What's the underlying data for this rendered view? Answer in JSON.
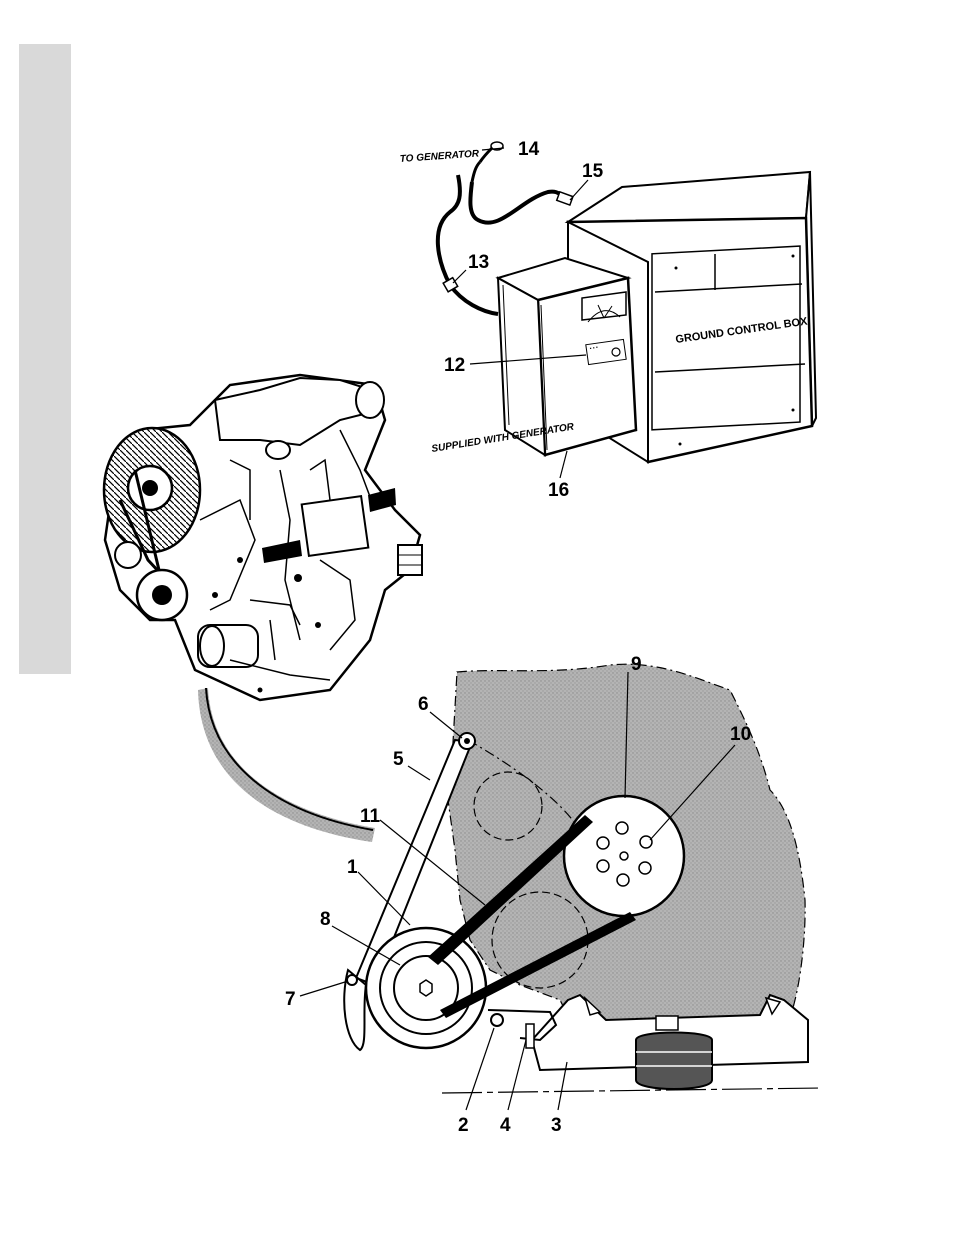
{
  "figure": {
    "captions": {
      "to_generator": "TO GENERATOR",
      "supplied_with_generator": "SUPPLIED WITH GENERATOR",
      "ground_control_box": "GROUND CONTROL BOX"
    },
    "callouts": {
      "c1": "1",
      "c2": "2",
      "c3": "3",
      "c4": "4",
      "c5": "5",
      "c6": "6",
      "c7": "7",
      "c8": "8",
      "c9": "9",
      "c10": "10",
      "c11": "11",
      "c12": "12",
      "c13": "13",
      "c14": "14",
      "c15": "15",
      "c16": "16"
    },
    "colors": {
      "ink": "#000000",
      "shading": "#a9a9a9",
      "sidebar": "#d9d9d9"
    }
  }
}
